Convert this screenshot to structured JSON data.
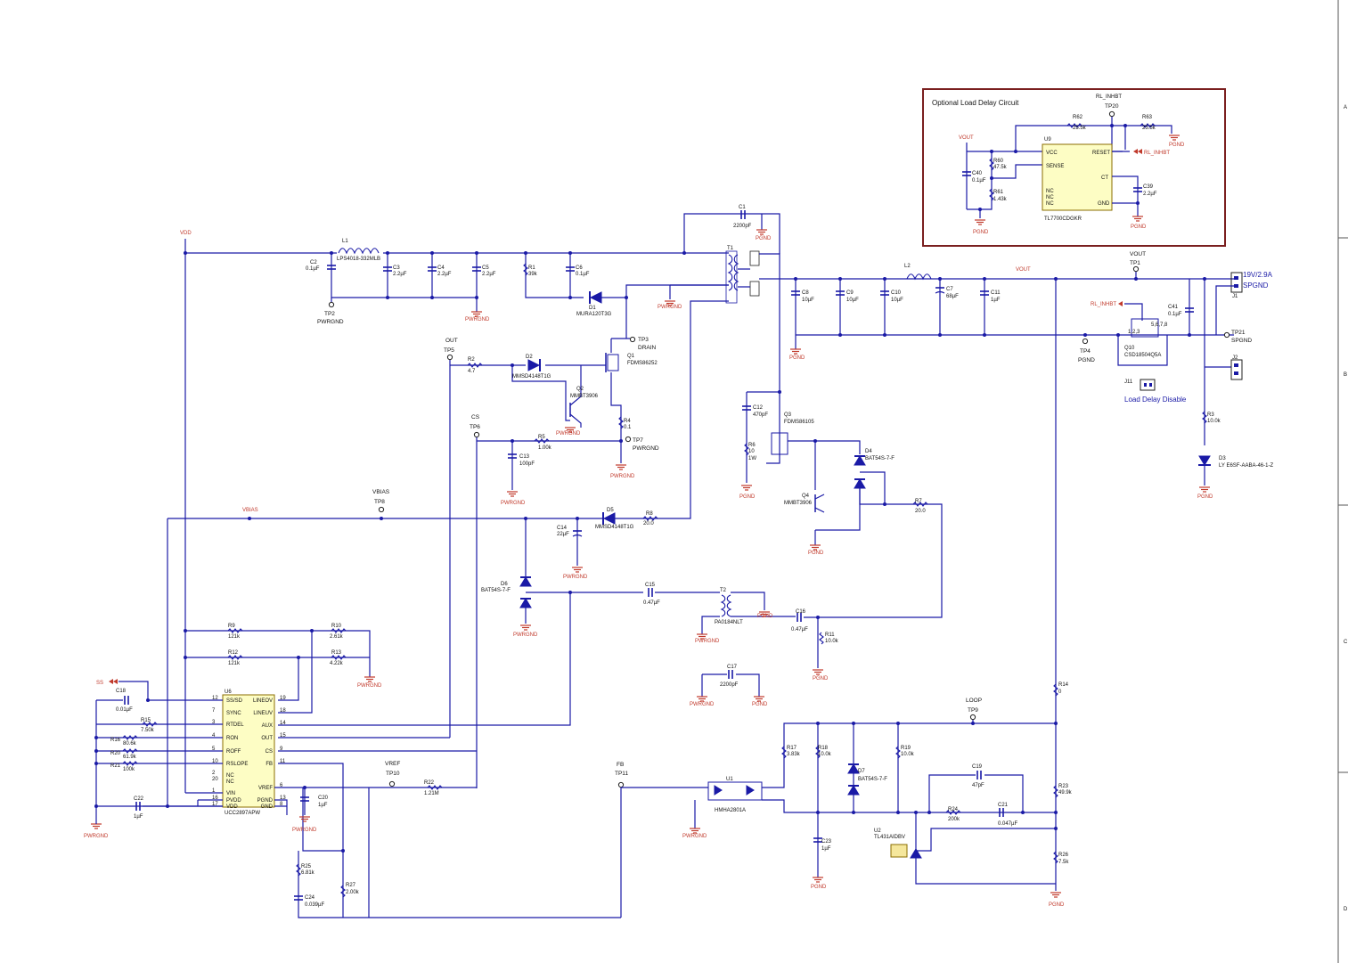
{
  "optional_box": {
    "title": "Optional Load Delay Circuit",
    "rl_inhbt": "RL_INHBT",
    "tp20": "TP20",
    "vout": "VOUT",
    "rl_inhbt_arrow": "RL_INHBT",
    "r62": "R62",
    "r62v": "25.5k",
    "r63": "R63",
    "r63v": "25.5k",
    "r60": "R60",
    "r60v": "47.5k",
    "r61": "R61",
    "r61v": "1.43k",
    "c40": "C40",
    "c40v": "0.1µF",
    "c39": "C39",
    "c39v": "2.2µF",
    "u9": "U9",
    "u9part": "TL7700CDGKR",
    "pins": {
      "vcc": "VCC",
      "sense": "SENSE",
      "nc": "NC",
      "reset": "RESET",
      "ct": "CT",
      "gnd": "GND"
    },
    "pgnd": "PGND"
  },
  "nets": {
    "vdd": "VDD",
    "vbias": "VBIAS",
    "vout": "VOUT",
    "rl_inhbt": "RL_INHBT",
    "ss": "SS",
    "pgnd": "PGND",
    "pwrgnd": "PWRGND",
    "spgnd": "SPGND"
  },
  "testpoints": {
    "tp1": "TP1",
    "tp2": "TP2",
    "tp3": "TP3",
    "tp4": "TP4",
    "tp5": "TP5",
    "tp6": "TP6",
    "tp7": "TP7",
    "tp8": "TP8",
    "tp9": "TP9",
    "tp10": "TP10",
    "tp11": "TP11",
    "tp21": "TP21",
    "vout": "VOUT",
    "pwrgnd": "PWRGND",
    "drain": "DRAIN",
    "pgnd": "PGND",
    "out": "OUT",
    "cs": "CS",
    "vbias": "VBIAS",
    "loop": "LOOP",
    "vref": "VREF",
    "fb": "FB",
    "spgnd": "SPGND"
  },
  "input": {
    "l1": "L1",
    "l1v": "LPS4018-332MLB",
    "c2": "C2",
    "c2v": "0.1µF",
    "c3": "C3",
    "c3v": "2.2µF",
    "c4": "C4",
    "c4v": "2.2µF",
    "c5": "C5",
    "c5v": "2.2µF",
    "r1": "R1",
    "r1v": "39k",
    "c6": "C6",
    "c6v": "0.1µF",
    "d1": "D1",
    "d1v": "MURA120T3G",
    "c1": "C1",
    "c1v": "2200pF",
    "t1": "T1"
  },
  "gate": {
    "r2": "R2",
    "r2v": "4.7",
    "d2": "D2",
    "d2v": "MMSD4148T1G",
    "q2": "Q2",
    "q2v": "MMBT3906",
    "q1": "Q1",
    "q1v": "FDMS86252",
    "r4": "R4",
    "r4v": "0.1",
    "r5": "R5",
    "r5v": "1.00k",
    "c13": "C13",
    "c13v": "100pF"
  },
  "output": {
    "l2": "L2",
    "c8": "C8",
    "c8v": "10µF",
    "c9": "C9",
    "c9v": "10µF",
    "c10": "C10",
    "c10v": "10µF",
    "c7": "C7",
    "c7v": "68µF",
    "c11": "C11",
    "c11v": "1µF",
    "j1": "J1",
    "j1label": "19V/2.9A",
    "j2": "J2",
    "c41": "C41",
    "c41v": "0.1µF",
    "q10": "Q10",
    "q10v": "CSD18504Q5A",
    "j11": "J11",
    "j11label": "Load Delay Disable",
    "r3": "R3",
    "r3v": "10.0k",
    "d3": "D3",
    "d3v": "LY E6SF-AABA-46-1-Z",
    "pins": {
      "p123": "1,2,3",
      "p5678": "5,6,7,8",
      "p4": "4"
    }
  },
  "sync": {
    "c12": "C12",
    "c12v": "470pF",
    "r6": "R6",
    "r6v": "10",
    "r6w": "1W",
    "q3": "Q3",
    "q3v": "FDMS86105",
    "d4": "D4",
    "d4v": "BAT54S-7-F",
    "q4": "Q4",
    "q4v": "MMBT3906",
    "r7": "R7",
    "r7v": "20.0"
  },
  "bias": {
    "d5": "D5",
    "d5v": "MMSD4148T1G",
    "r8": "R8",
    "r8v": "20.0",
    "c14": "C14",
    "c14v": "22µF",
    "d6": "D6",
    "d6v": "BAT54S-7-F",
    "c15": "C15",
    "c15v": "0.47µF",
    "t2": "T2",
    "t2v": "PA0184NLT",
    "c16": "C16",
    "c16v": "0.47µF",
    "r11": "R11",
    "r11v": "10.0k",
    "c17": "C17",
    "c17v": "2200pF"
  },
  "controller": {
    "u6": "U6",
    "part": "UCC2897APW",
    "r9": "R9",
    "r9v": "121k",
    "r10": "R10",
    "r10v": "2.61k",
    "r12": "R12",
    "r12v": "121k",
    "r13": "R13",
    "r13v": "4.22k",
    "c18": "C18",
    "c18v": "0.01µF",
    "r15": "R15",
    "r15v": "7.50k",
    "r16": "R16",
    "r16v": "80.6k",
    "r20": "R20",
    "r20v": "61.9k",
    "r21": "R21",
    "r21v": "100k",
    "c22": "C22",
    "c22v": "1µF",
    "c20": "C20",
    "c20v": "1µF",
    "r22": "R22",
    "r22v": "1.21M",
    "r25": "R25",
    "r25v": "6.81k",
    "c24": "C24",
    "c24v": "0.039µF",
    "r27": "R27",
    "r27v": "2.00k",
    "lpins": [
      [
        "12",
        "SS/SD"
      ],
      [
        "7",
        "SYNC"
      ],
      [
        "3",
        "RTDEL"
      ],
      [
        "4",
        "RON"
      ],
      [
        "5",
        "ROFF"
      ],
      [
        "10",
        "RSLOPE"
      ],
      [
        "2",
        "NC"
      ],
      [
        "20",
        "NC"
      ],
      [
        "1",
        "VIN"
      ],
      [
        "16",
        "PVDD"
      ],
      [
        "17",
        "VDD"
      ]
    ],
    "rpins": [
      [
        "19",
        "LINEOV"
      ],
      [
        "18",
        "LINEUV"
      ],
      [
        "14",
        "AUX"
      ],
      [
        "15",
        "OUT"
      ],
      [
        "9",
        "CS"
      ],
      [
        "11",
        "FB"
      ],
      [
        "6",
        "VREF"
      ],
      [
        "13",
        "PGND"
      ],
      [
        "8",
        "GND"
      ]
    ]
  },
  "feedback": {
    "u1": "U1",
    "u1v": "HMHA2801A",
    "r17": "R17",
    "r17v": "3.83k",
    "r18": "R18",
    "r18v": "10.0k",
    "d7": "D7",
    "d7v": "BAT54S-7-F",
    "r19": "R19",
    "r19v": "10.0k",
    "c19": "C19",
    "c19v": "47pF",
    "r24": "R24",
    "r24v": "200k",
    "c21": "C21",
    "c21v": "0.047µF",
    "c23": "C23",
    "c23v": "1µF",
    "u2": "U2",
    "u2v": "TL431AIDBV",
    "r14": "R14",
    "r14v": "0",
    "r23": "R23",
    "r23v": "49.9k",
    "r26": "R26",
    "r26v": "7.5k"
  },
  "border": {
    "a": "A",
    "b": "B",
    "c": "C",
    "d": "D"
  }
}
